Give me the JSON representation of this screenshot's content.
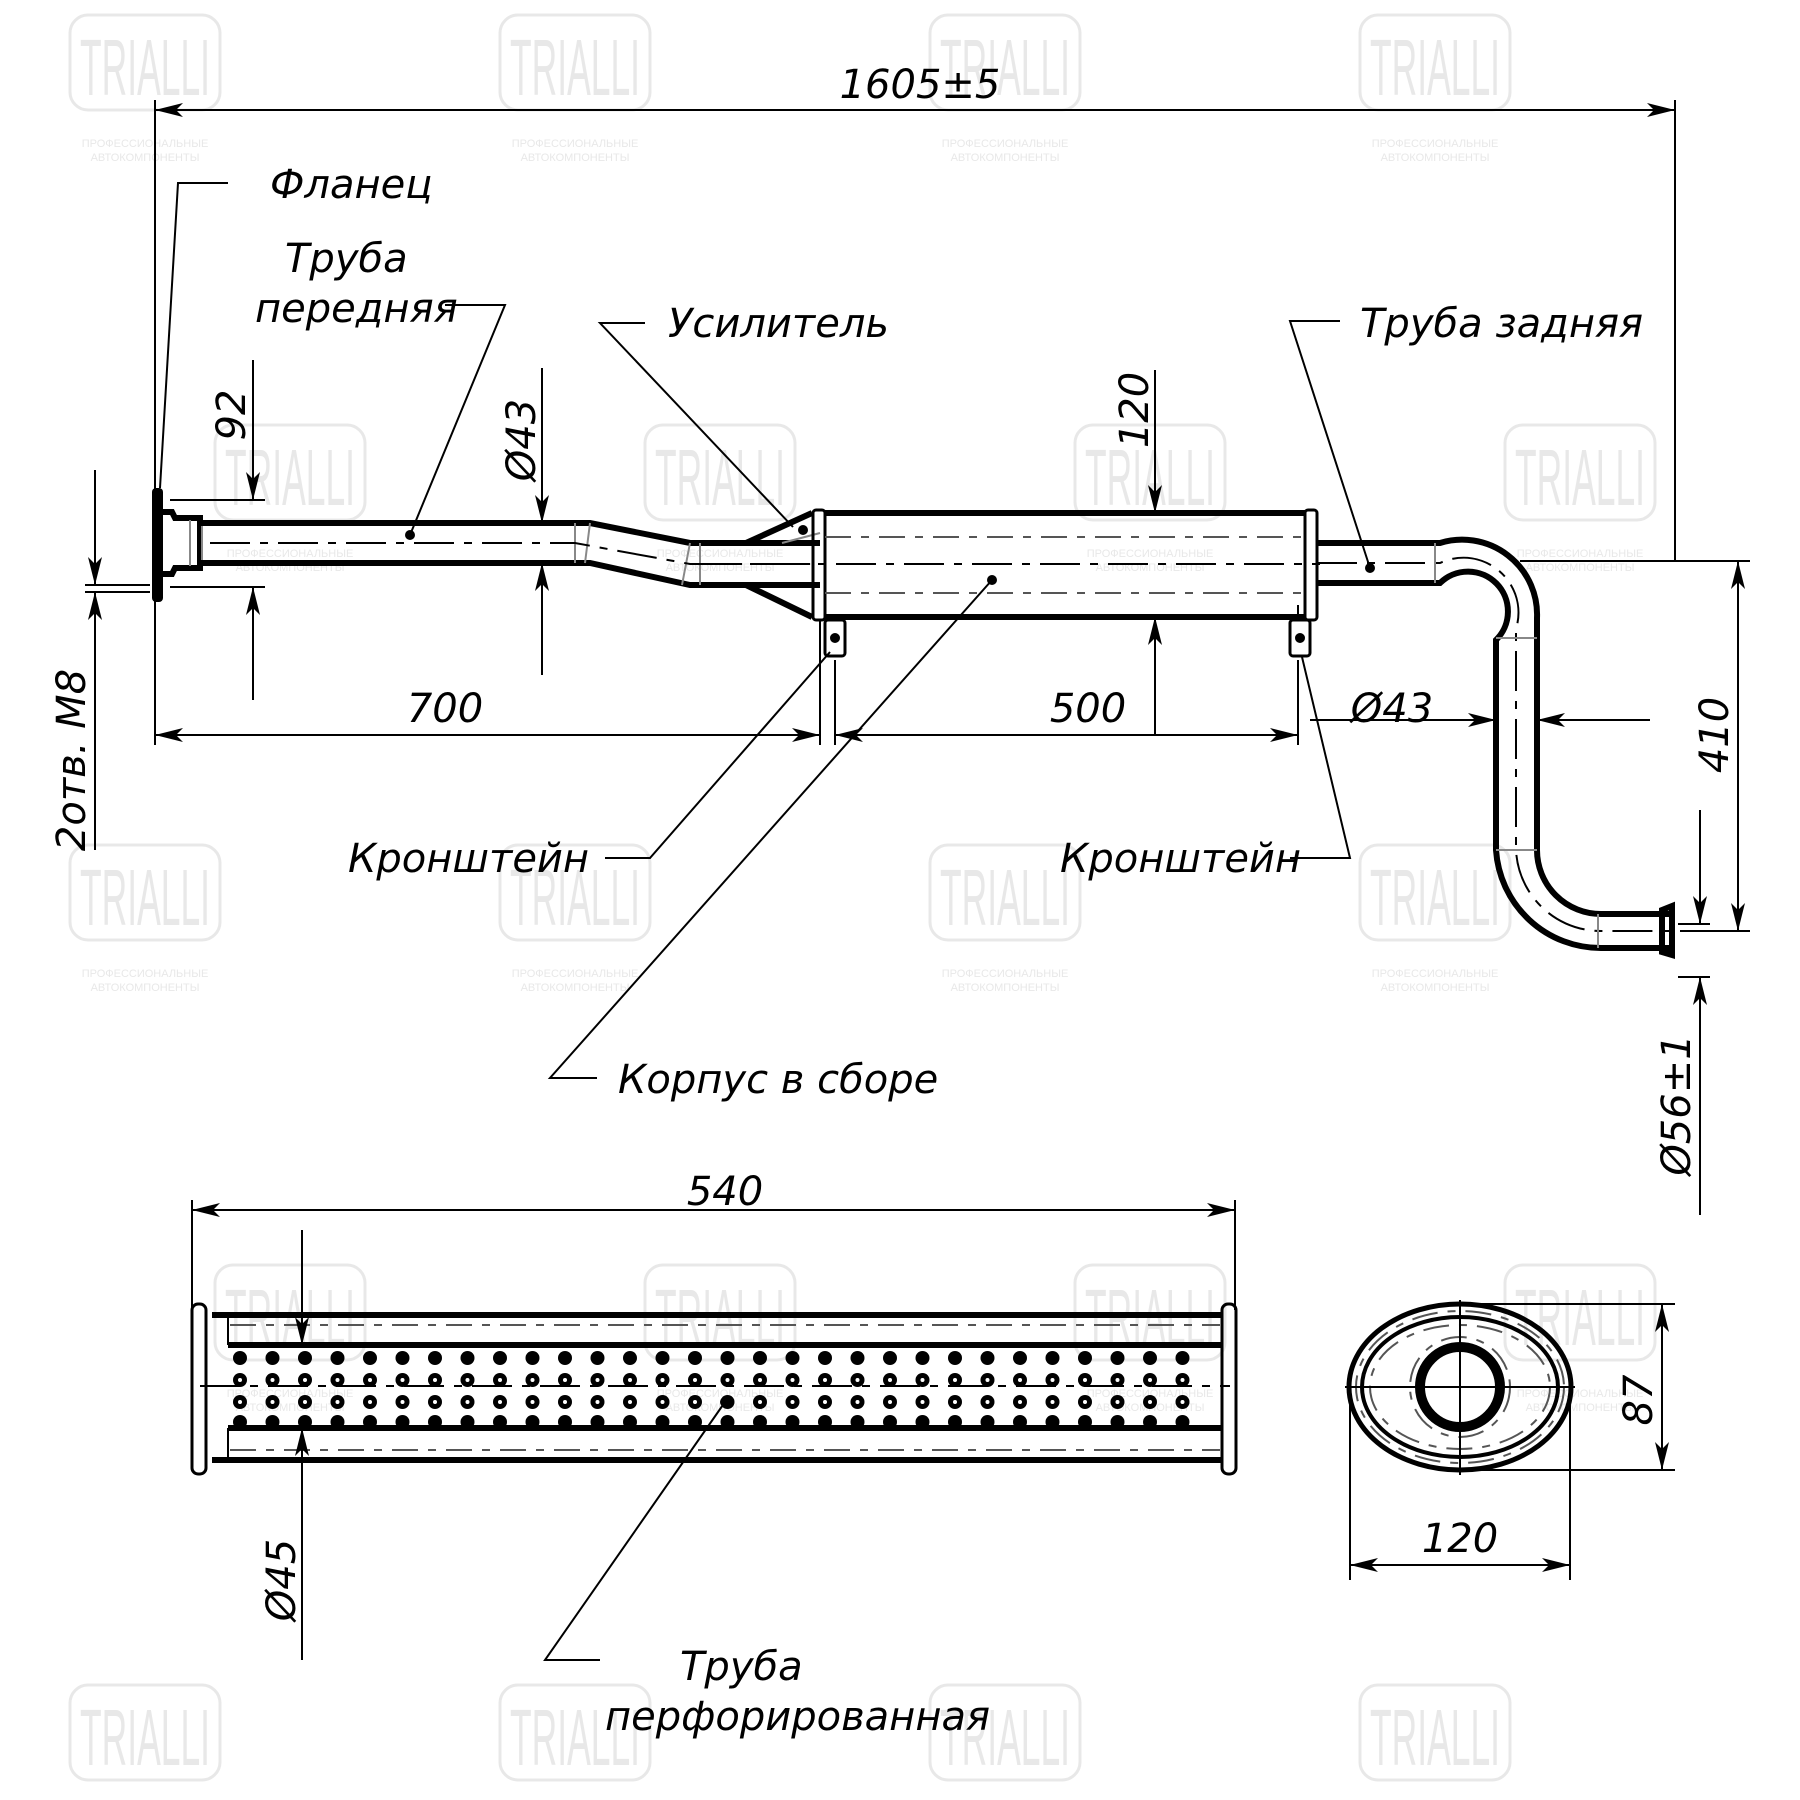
{
  "brand": {
    "watermark": "TRIALLI",
    "watermark_sub_1": "ПРОФЕССИОНАЛЬНЫЕ",
    "watermark_sub_2": "АВТОКОМПОНЕНТЫ",
    "watermark_color": "#e8e8e8"
  },
  "labels": {
    "flange": "Фланец",
    "front_pipe_1": "Труба",
    "front_pipe_2": "передняя",
    "reinforcement": "Усилитель",
    "rear_pipe": "Труба задняя",
    "bracket_left": "Кронштейн",
    "bracket_right": "Кронштейн",
    "body_assembly": "Корпус в сборе",
    "perforated_pipe_1": "Труба",
    "perforated_pipe_2": "перфорированная"
  },
  "dimensions": {
    "overall_length": "1605±5",
    "flange_height": "92",
    "front_pipe_diameter": "Ø43",
    "body_height": "120",
    "to_first_bracket": "700",
    "bracket_spacing": "500",
    "rear_pipe_diameter": "Ø43",
    "rear_drop": "410",
    "outlet_diameter": "Ø56±1",
    "flange_holes": "2отв. М8",
    "body_length": "540",
    "perforated_diameter": "Ø45",
    "section_height": "87",
    "section_width": "120"
  }
}
